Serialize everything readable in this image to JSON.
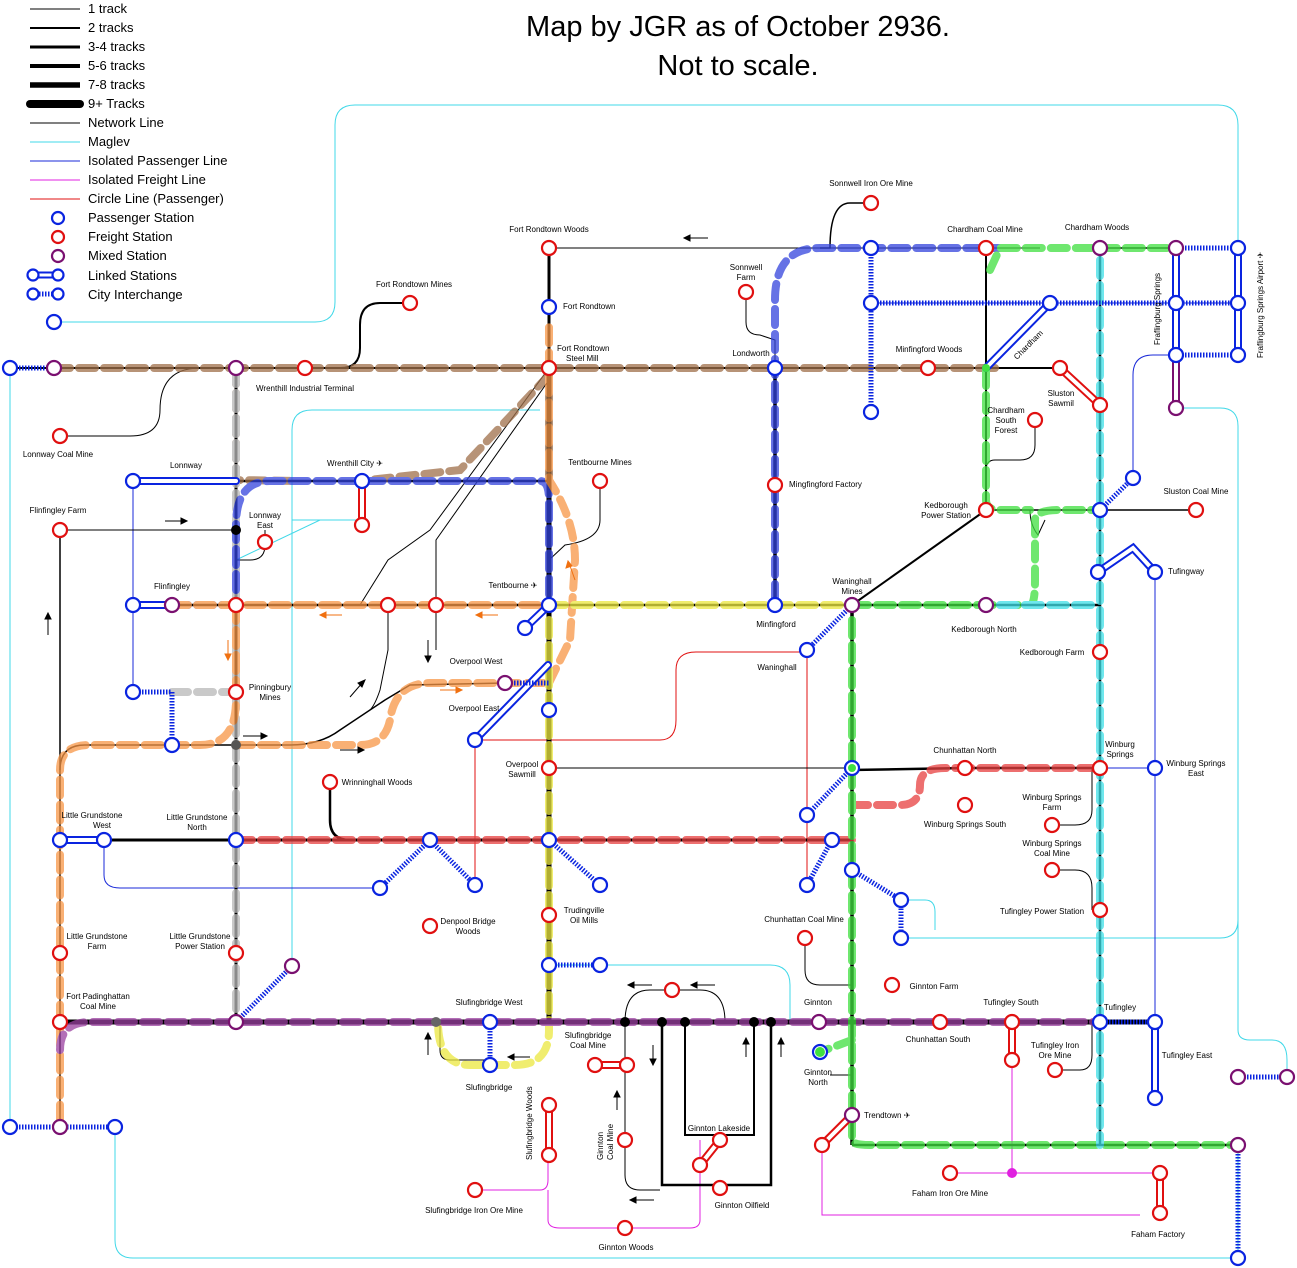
{
  "title": {
    "line1": "Map by JGR as of October 2936.",
    "line2": "Not to scale."
  },
  "colors": {
    "passenger": "#0a24e0",
    "freight": "#e01010",
    "mixed": "#7a1070",
    "maglev": "#40d8e8",
    "isolated_passenger": "#1a2ad8",
    "isolated_freight": "#e020e0",
    "circle": "#e01010",
    "brown_route": "#a0704a",
    "orange_route": "#f79646",
    "blue_route": "#3344dd",
    "red_route": "#e84040",
    "yellow_route": "#ece840",
    "green_route": "#40e040",
    "cyan_route": "#40e0e8",
    "purple_route": "#9a40a0",
    "grey_route": "#c8c8c8"
  },
  "legend": [
    {
      "label": "1 track",
      "kind": "track",
      "width": 1
    },
    {
      "label": "2 tracks",
      "kind": "track",
      "width": 2
    },
    {
      "label": "3-4 tracks",
      "kind": "track",
      "width": 3
    },
    {
      "label": "5-6 tracks",
      "kind": "track",
      "width": 4
    },
    {
      "label": "7-8 tracks",
      "kind": "track",
      "width": 5.5
    },
    {
      "label": "9+ Tracks",
      "kind": "track",
      "width": 8
    },
    {
      "label": "Network Line",
      "kind": "line",
      "color": "#000000"
    },
    {
      "label": "Maglev",
      "kind": "line",
      "color": "#40d8e8"
    },
    {
      "label": "Isolated Passenger Line",
      "kind": "line",
      "color": "#1a2ad8"
    },
    {
      "label": "Isolated Freight Line",
      "kind": "line",
      "color": "#e020e0"
    },
    {
      "label": "Circle Line (Passenger)",
      "kind": "line",
      "color": "#e01010"
    },
    {
      "label": "Passenger Station",
      "kind": "station",
      "color": "#0a24e0"
    },
    {
      "label": "Freight Station",
      "kind": "station",
      "color": "#e01010"
    },
    {
      "label": "Mixed Station",
      "kind": "station",
      "color": "#7a1070"
    },
    {
      "label": "Linked Stations",
      "kind": "linked"
    },
    {
      "label": "City Interchange",
      "kind": "interchange"
    }
  ],
  "stations": [
    {
      "name": "Fort Rondtown Woods",
      "type": "freight"
    },
    {
      "name": "Fort Rondtown",
      "type": "passenger"
    },
    {
      "name": "Fort Rondtown Steel Mill",
      "type": "freight"
    },
    {
      "name": "Fort Rondtown Mines",
      "type": "freight"
    },
    {
      "name": "Wrenthill Industrial Terminal",
      "type": "freight"
    },
    {
      "name": "Lonnway Coal Mine",
      "type": "freight"
    },
    {
      "name": "Lonnway",
      "type": "passenger"
    },
    {
      "name": "Wrenthill City ✈",
      "type": "passenger"
    },
    {
      "name": "Lonnway East",
      "type": "freight"
    },
    {
      "name": "Flinfingley Farm",
      "type": "freight"
    },
    {
      "name": "Flinfingley",
      "type": "mixed"
    },
    {
      "name": "Tentbourne Mines",
      "type": "freight"
    },
    {
      "name": "Tentbourne ✈",
      "type": "passenger"
    },
    {
      "name": "Pinningbury Mines",
      "type": "freight"
    },
    {
      "name": "Overpool West",
      "type": "mixed"
    },
    {
      "name": "Overpool East",
      "type": "passenger"
    },
    {
      "name": "Overpool Sawmill",
      "type": "freight"
    },
    {
      "name": "Wrinninghall Woods",
      "type": "freight"
    },
    {
      "name": "Little Grundstone West",
      "type": "passenger"
    },
    {
      "name": "Little Grundstone North",
      "type": "passenger"
    },
    {
      "name": "Denpool Bridge Woods",
      "type": "freight"
    },
    {
      "name": "Trudingville Oil Mills",
      "type": "freight"
    },
    {
      "name": "Little Grundstone Farm",
      "type": "freight"
    },
    {
      "name": "Little Grundstone Power Station",
      "type": "freight"
    },
    {
      "name": "Fort Padinghattan Coal Mine",
      "type": "freight"
    },
    {
      "name": "Slufingbridge West",
      "type": "passenger"
    },
    {
      "name": "Slufingbridge",
      "type": "passenger"
    },
    {
      "name": "Slufingbridge Coal Mine",
      "type": "freight"
    },
    {
      "name": "Slufingbridge Woods",
      "type": "freight"
    },
    {
      "name": "Slufingbridge Iron Ore Mine",
      "type": "freight"
    },
    {
      "name": "Ginnton Coal Mine",
      "type": "freight"
    },
    {
      "name": "Ginnton Lakeside",
      "type": "freight"
    },
    {
      "name": "Ginnton Oilfield",
      "type": "freight"
    },
    {
      "name": "Ginnton Woods",
      "type": "freight"
    },
    {
      "name": "Sonnwell Iron Ore Mine",
      "type": "freight"
    },
    {
      "name": "Sonnwell Farm",
      "type": "freight"
    },
    {
      "name": "Londworth",
      "type": "passenger"
    },
    {
      "name": "Mingfingford Factory",
      "type": "freight"
    },
    {
      "name": "Minfingford",
      "type": "passenger"
    },
    {
      "name": "Minfingford Woods",
      "type": "freight"
    },
    {
      "name": "Waninghall Mines",
      "type": "mixed"
    },
    {
      "name": "Waninghall",
      "type": "passenger"
    },
    {
      "name": "Chardham Coal Mine",
      "type": "freight"
    },
    {
      "name": "Chardham Woods",
      "type": "mixed"
    },
    {
      "name": "Chardham",
      "type": "passenger"
    },
    {
      "name": "Chardham South Forest",
      "type": "freight"
    },
    {
      "name": "Sluston Sawmil",
      "type": "freight"
    },
    {
      "name": "Kedborough Power Station",
      "type": "freight"
    },
    {
      "name": "Kedborough North",
      "type": "mixed"
    },
    {
      "name": "Kedborough Farm",
      "type": "freight"
    },
    {
      "name": "Sluston Coal Mine",
      "type": "freight"
    },
    {
      "name": "Tufingway",
      "type": "passenger"
    },
    {
      "name": "Fraflingburg Springs",
      "type": "passenger"
    },
    {
      "name": "Fraflingburg Springs Airport ✈",
      "type": "passenger"
    },
    {
      "name": "Chunhattan North",
      "type": "freight"
    },
    {
      "name": "Winburg Springs",
      "type": "freight"
    },
    {
      "name": "Winburg Springs East",
      "type": "passenger"
    },
    {
      "name": "Winburg Springs South",
      "type": "freight"
    },
    {
      "name": "Winburg Springs Farm",
      "type": "freight"
    },
    {
      "name": "Winburg Springs Coal Mine",
      "type": "freight"
    },
    {
      "name": "Tufingley Power Station",
      "type": "freight"
    },
    {
      "name": "Chunhattan Coal Mine",
      "type": "freight"
    },
    {
      "name": "Ginnton Farm",
      "type": "freight"
    },
    {
      "name": "Ginnton",
      "type": "mixed"
    },
    {
      "name": "Ginnton North",
      "type": "passenger"
    },
    {
      "name": "Chunhattan South",
      "type": "freight"
    },
    {
      "name": "Tufingley South",
      "type": "freight"
    },
    {
      "name": "Tufingley Iron Ore Mine",
      "type": "freight"
    },
    {
      "name": "Tufingley",
      "type": "passenger"
    },
    {
      "name": "Tufingley East",
      "type": "passenger"
    },
    {
      "name": "Trendtown ✈",
      "type": "mixed"
    },
    {
      "name": "Faham Iron Ore Mine",
      "type": "freight"
    },
    {
      "name": "Faham Factory",
      "type": "freight"
    }
  ]
}
